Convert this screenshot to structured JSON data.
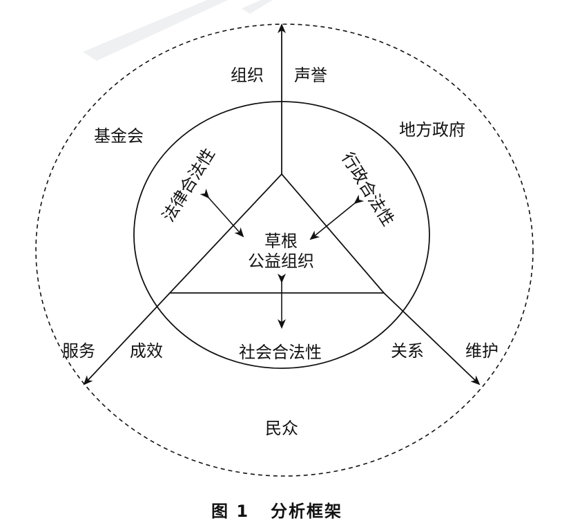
{
  "labels": {
    "organization": "组织",
    "reputation": "声誉",
    "foundation": "基金会",
    "local_government": "地方政府",
    "legal_legitimacy": "法律合法性",
    "administrative_legitimacy": "行政合法性",
    "grassroots_line1": "草根",
    "grassroots_line2": "公益组织",
    "service": "服务",
    "effectiveness": "成效",
    "social_legitimacy": "社会合法性",
    "relations": "关系",
    "maintenance": "维护",
    "public": "民众"
  },
  "caption": {
    "figure_number": "图 1",
    "title": "分析框架"
  },
  "colors": {
    "line": "#111111",
    "watermark": "#eef0f1"
  }
}
